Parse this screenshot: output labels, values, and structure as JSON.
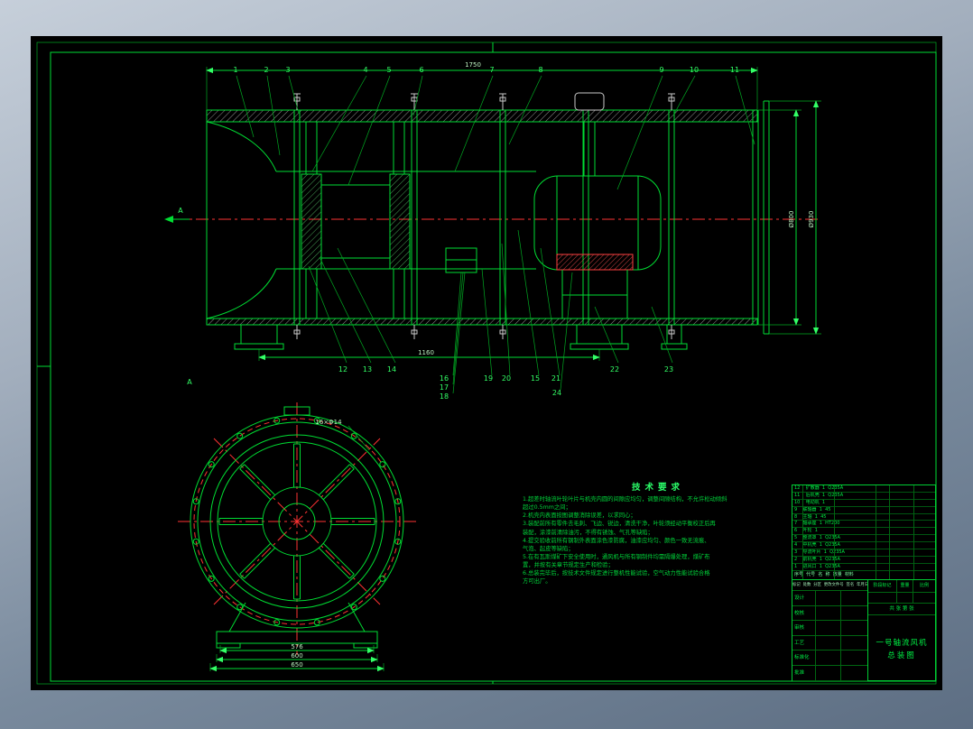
{
  "drawing": {
    "dims": {
      "overall_length": "1750",
      "mid_length": "1160",
      "right_dims": [
        "Ø800",
        "Ø930"
      ],
      "base_widths": [
        "576",
        "600",
        "650"
      ],
      "bolt_note": "16×Φ14"
    },
    "callouts_top": [
      "1",
      "2",
      "3",
      "4",
      "5",
      "6",
      "7",
      "8",
      "9",
      "10",
      "11"
    ],
    "callouts_bottom": [
      "12",
      "13",
      "14",
      "16",
      "17",
      "18",
      "19",
      "20",
      "15",
      "21",
      "24",
      "22",
      "23"
    ],
    "section_label": "A",
    "view_label": "A"
  },
  "tech_requirements": {
    "title": "技术要求",
    "lines": [
      "1.超差时轴流叶轮叶片与机壳内圆的间隙应均匀，调整间隙结构，不允许松动倾斜",
      "超过0.5mm之间；",
      "2.机壳内表面按图调整消除误差，以求同心；",
      "3.装配前所有零件去毛刺、飞边、锐边，清洗干净，叶轮须经动平衡校正后再",
      "装配，涂漆前清除油污，不得有锈蚀、气孔等缺陷；",
      "4.提交验收前所有钢制外表面涂色漆防腐，油漆应均匀、颜色一致无流痕、",
      "气泡、起皮等缺陷；",
      "5.在有瓦斯煤矿下安全使用时，通风机与所有钢制件均需隔爆处理，煤矿布",
      "置，并按有关章节规定生产和检验；",
      "6.总装完毕后，按技术文件规定进行整机性能试验，空气动力性能试验合格",
      "方可出厂。"
    ]
  },
  "parts_list": {
    "headers": [
      "序号",
      "代号",
      "名  称",
      "数量",
      "材料"
    ],
    "rows": [
      [
        "12",
        "",
        "扩散器",
        "1",
        "Q235A"
      ],
      [
        "11",
        "",
        "后机壳",
        "1",
        "Q235A"
      ],
      [
        "10",
        "",
        "电动机",
        "1",
        ""
      ],
      [
        "9",
        "",
        "联轴器",
        "1",
        "45"
      ],
      [
        "8",
        "",
        "主轴",
        "1",
        "45"
      ],
      [
        "7",
        "",
        "轴承座",
        "1",
        "HT200"
      ],
      [
        "6",
        "",
        "叶轮",
        "1",
        ""
      ],
      [
        "5",
        "",
        "整流罩",
        "1",
        "Q235A"
      ],
      [
        "4",
        "",
        "中机壳",
        "1",
        "Q235A"
      ],
      [
        "3",
        "",
        "导流叶片",
        "1",
        "Q235A"
      ],
      [
        "2",
        "",
        "前机壳",
        "1",
        "Q235A"
      ],
      [
        "1",
        "",
        "进风口",
        "1",
        "Q235A"
      ]
    ]
  },
  "title_block": {
    "revision_row": [
      "标记",
      "处数",
      "分区",
      "更改文件号",
      "签名",
      "年月日"
    ],
    "sign_rows": [
      "设计",
      "校核",
      "审核",
      "工艺",
      "标准化",
      "批准"
    ],
    "stage_label": "阶段标记",
    "weight_label": "重量",
    "scale_label": "比例",
    "scale_value": "",
    "sheet_label": "共 张 第 张",
    "title": "一号轴流风机",
    "subtitle": "总装图"
  }
}
